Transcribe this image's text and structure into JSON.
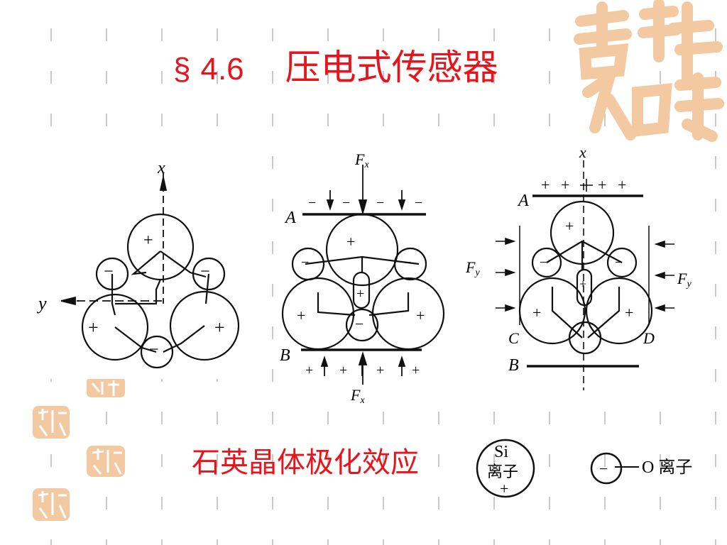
{
  "slide": {
    "section_mark": "§",
    "number": "4.6",
    "title": "压电式传感器",
    "caption": "石英晶体极化效应"
  },
  "figure1": {
    "x_label": "x",
    "y_label": "y",
    "plus": "+",
    "minus": "−"
  },
  "figure2": {
    "fx_top": "F",
    "fx_top_sub": "x",
    "fx_bottom": "F",
    "fx_bottom_sub": "x",
    "plate_a": "A",
    "plate_b": "B"
  },
  "figure3": {
    "x_label": "x",
    "fy_left": "F",
    "fy_left_sub": "y",
    "fy_right": "F",
    "fy_right_sub": "y",
    "plate_a": "A",
    "plate_b": "B",
    "label_c": "C",
    "label_d": "D"
  },
  "legend": {
    "si_line1": "Si",
    "si_line2": "离子",
    "si_sign": "+",
    "o_label": "O 离子",
    "o_sign": "−"
  },
  "colors": {
    "title": "#e8141c",
    "seal": "#f2c9a0",
    "ticks": "#c8c8c8"
  }
}
